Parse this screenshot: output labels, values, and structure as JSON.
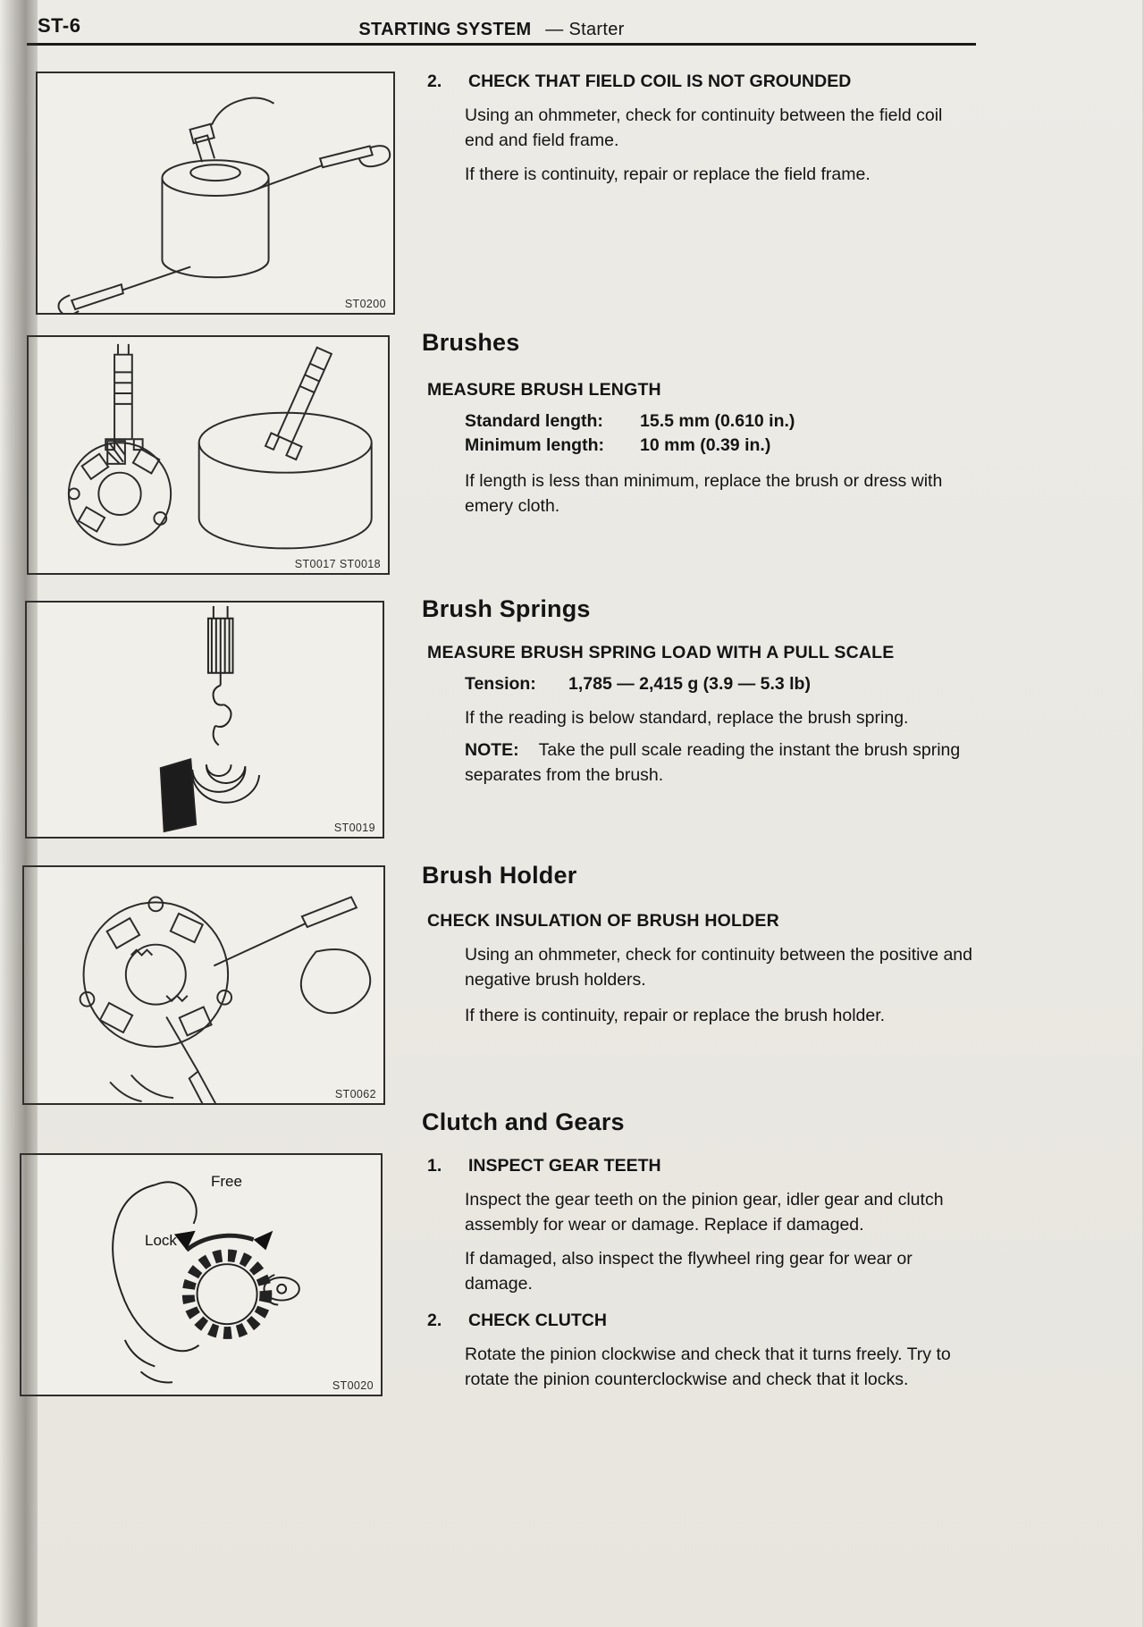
{
  "header": {
    "page_number": "ST-6",
    "title_main": "STARTING SYSTEM",
    "title_rest": "—  Starter"
  },
  "section_field_coil": {
    "number": "2.",
    "title": "CHECK THAT FIELD COIL IS NOT GROUNDED",
    "para1": "Using an ohmmeter, check for continuity between the field coil end and field frame.",
    "para2": "If there is continuity, repair or replace the field frame."
  },
  "section_brushes": {
    "heading": "Brushes",
    "subheading": "MEASURE BRUSH LENGTH",
    "spec1_label": "Standard length:",
    "spec1_value": "15.5 mm (0.610 in.)",
    "spec2_label": "Minimum length:",
    "spec2_value": "10 mm (0.39 in.)",
    "para1": "If length is less than minimum, replace the brush or dress with emery cloth."
  },
  "section_brush_springs": {
    "heading": "Brush Springs",
    "subheading": "MEASURE BRUSH SPRING LOAD WITH A PULL SCALE",
    "spec_label": "Tension:",
    "spec_value": "1,785 — 2,415 g (3.9 — 5.3 lb)",
    "para1": "If the reading is below standard, replace the brush spring.",
    "note_label": "NOTE:",
    "note_text": "Take the pull scale reading the instant the brush spring separates from the brush."
  },
  "section_brush_holder": {
    "heading": "Brush Holder",
    "subheading": "CHECK INSULATION OF BRUSH HOLDER",
    "para1": "Using an ohmmeter, check for continuity between the positive and negative brush holders.",
    "para2": "If there is continuity, repair or replace the brush holder."
  },
  "section_clutch": {
    "heading": "Clutch and Gears",
    "item1_number": "1.",
    "item1_title": "INSPECT GEAR TEETH",
    "item1_para1": "Inspect the gear teeth on the pinion gear, idler gear and clutch assembly for wear or damage. Replace if damaged.",
    "item1_para2": "If damaged, also inspect the flywheel ring gear for wear or damage.",
    "item2_number": "2.",
    "item2_title": "CHECK CLUTCH",
    "item2_para1": "Rotate the pinion clockwise and check that it turns freely. Try to rotate the pinion counterclockwise and check that it locks."
  },
  "figures": {
    "field_coil": {
      "code": "ST0200"
    },
    "brush_length": {
      "code": "ST0017 ST0018"
    },
    "brush_spring": {
      "code": "ST0019"
    },
    "brush_holder": {
      "code": "ST0062"
    },
    "clutch": {
      "code": "ST0020",
      "label_free": "Free",
      "label_lock": "Lock"
    }
  },
  "colors": {
    "ink": "#141414",
    "paper": "#eceae5"
  }
}
